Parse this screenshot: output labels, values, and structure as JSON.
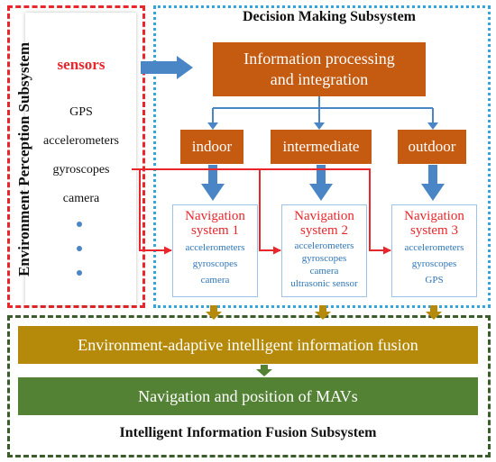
{
  "env_subsystem": {
    "title": "Environment Perception Subsystem",
    "sensors_label": "sensors",
    "sensors": [
      "GPS",
      "accelerometers",
      "gyroscopes",
      "camera"
    ]
  },
  "decision_subsystem": {
    "title": "Decision Making Subsystem",
    "info_box": [
      "Information  processing",
      "and integration"
    ],
    "modes": [
      "indoor",
      "intermediate",
      "outdoor"
    ],
    "nav_systems": [
      {
        "title": [
          "Navigation",
          "system 1"
        ],
        "items": [
          "accelerometers",
          "gyroscopes",
          "camera"
        ]
      },
      {
        "title": [
          "Navigation",
          "system 2"
        ],
        "items": [
          "accelerometers",
          "gyroscopes",
          "camera",
          "ultrasonic sensor"
        ]
      },
      {
        "title": [
          "Navigation",
          "system 3"
        ],
        "items": [
          "accelerometers",
          "gyroscopes",
          "GPS"
        ]
      }
    ]
  },
  "fusion_subsystem": {
    "title": "Intelligent Information Fusion Subsystem",
    "fusion_bar": "Environment-adaptive intelligent information fusion",
    "output_bar": "Navigation and position of MAVs"
  },
  "colors": {
    "red": "#e8262b",
    "blue": "#35a3dc",
    "dark_green": "#3a5d2a",
    "orange": "#c55a11",
    "gold": "#b5890a",
    "green": "#548235",
    "arrow_blue": "#4a86c5"
  }
}
